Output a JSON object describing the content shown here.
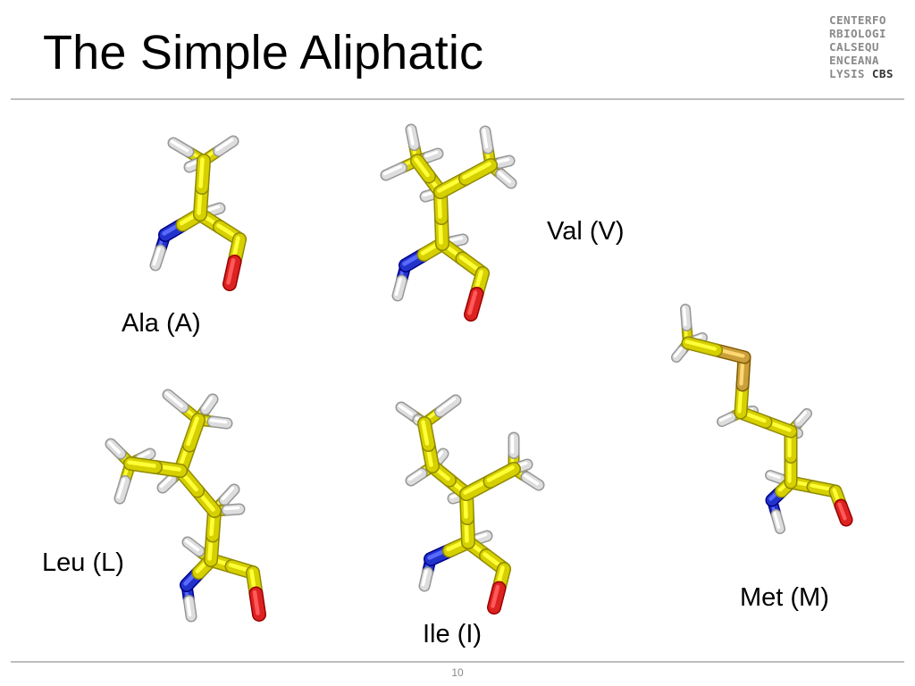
{
  "slide": {
    "title": "The Simple Aliphatic",
    "page_number": "10"
  },
  "logo": {
    "lines": [
      "CENTERFO",
      "RBIOLOGI",
      "CALSEQU",
      "ENCEANA"
    ],
    "last_line_prefix": "LYSIS ",
    "last_line_strong": "CBS"
  },
  "molecules": [
    {
      "name": "alanine",
      "label": "Ala (A)"
    },
    {
      "name": "valine",
      "label": "Val (V)"
    },
    {
      "name": "methionine",
      "label": "Met (M)"
    },
    {
      "name": "leucine",
      "label": "Leu (L)"
    },
    {
      "name": "isoleucine",
      "label": "Ile (I)"
    }
  ],
  "colors": {
    "carbon": "#d6d000",
    "nitrogen": "#2233cc",
    "oxygen": "#dd2222",
    "sulfur": "#c9a03c",
    "hydrogen": "#dddddd",
    "rule": "#bdbdbd"
  }
}
